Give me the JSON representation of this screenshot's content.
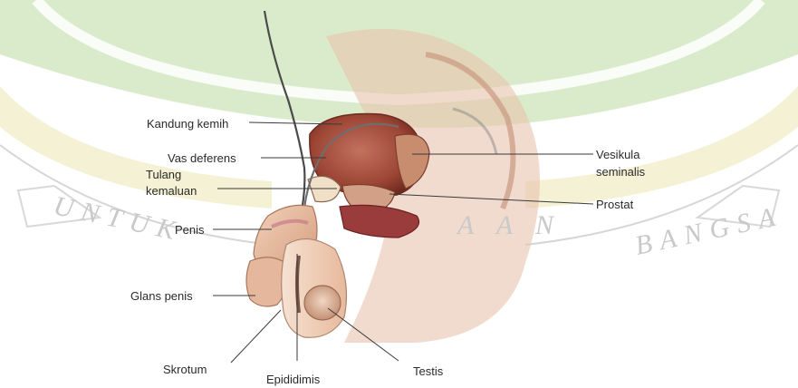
{
  "colors": {
    "watermark_green": "#a9cf8b",
    "watermark_yellow": "#e7dda2",
    "tissue": "#a34a3b",
    "skin": "#e9c4a8",
    "line": "#3a3a3a"
  },
  "watermark": {
    "left_text": "UNTUK",
    "center_text": "A A N",
    "right_text": "BANGSA"
  },
  "labels": {
    "bladder": "Kandung kemih",
    "vas_deferens": "Vas deferens",
    "pubic_bone_line1": "Tulang",
    "pubic_bone_line2": "kemaluan",
    "penis": "Penis",
    "glans": "Glans penis",
    "scrotum": "Skrotum",
    "epididymis": "Epididimis",
    "testis": "Testis",
    "seminal_line1": "Vesikula",
    "seminal_line2": "seminalis",
    "prostate": "Prostat"
  }
}
